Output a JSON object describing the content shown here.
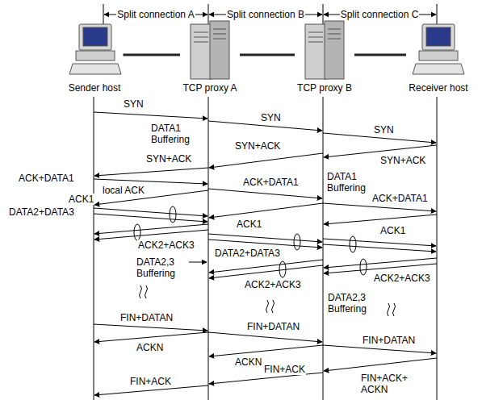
{
  "diagram": {
    "nodes": [
      {
        "text": [
          "Sender host"
        ]
      },
      {
        "text": [
          "TCP proxy A"
        ]
      },
      {
        "text": [
          "TCP proxy B"
        ]
      },
      {
        "text": [
          "Receiver host"
        ]
      }
    ],
    "edges": [
      {
        "from": 0,
        "to": 1,
        "arrow": "none"
      },
      {
        "from": 1,
        "to": 2,
        "arrow": "none"
      },
      {
        "from": 2,
        "to": 3,
        "arrow": "none"
      }
    ],
    "labels": [
      "Split connection A",
      "Split connection B",
      "Split connection C",
      "SYN",
      "SYN",
      "SYN",
      "DATA1 Buffering",
      "SYN+ACK",
      "SYN+ACK",
      "SYN+ACK",
      "DATA1 Buffering",
      "ACK+DATA1",
      "ACK+DATA1",
      "local ACK",
      "ACK+DATA1",
      "ACK1",
      "DATA2+DATA3",
      "ACK1",
      "ACK1",
      "ACK2+ACK3",
      "DATA2+DATA3",
      "DATA2,3 Buffering",
      "ACK2+ACK3",
      "ACK2+ACK3",
      "DATA2,3 Buffering",
      "FIN+DATAN",
      "FIN+DATAN",
      "ACKN",
      "FIN+DATAN",
      "ACKN",
      "FIN+ACK+ ACKN",
      "FIN+ACK",
      "FIN+ACK"
    ]
  }
}
